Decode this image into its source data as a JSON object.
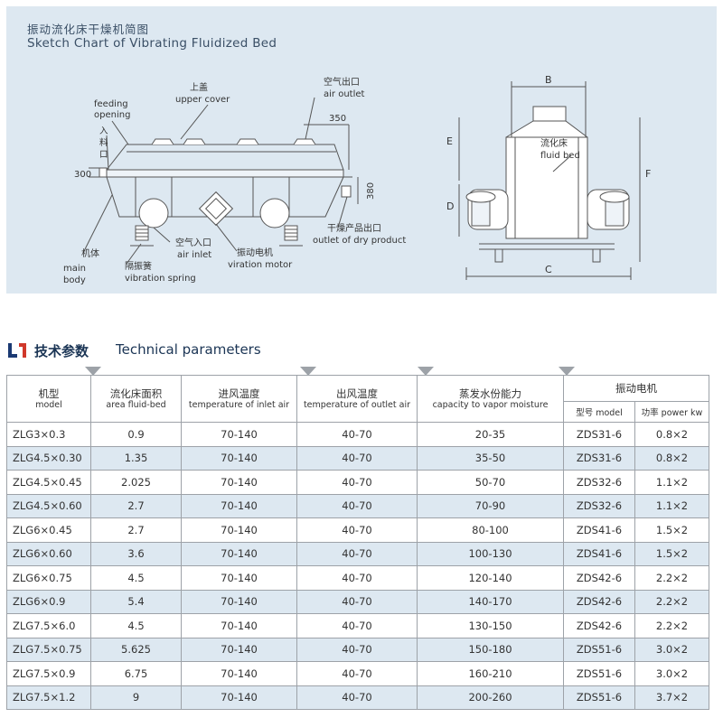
{
  "sketch": {
    "title_cn": "振动流化床干燥机简图",
    "title_en": "Sketch Chart of Vibrating Fluidized Bed",
    "labels": {
      "feeding_en": "feeding",
      "opening_en": "opening",
      "feed_cn": [
        "入",
        "料",
        "口"
      ],
      "upper_cover_cn": "上盖",
      "upper_cover_en": "upper cover",
      "air_outlet_cn": "空气出口",
      "air_outlet_en": "air outlet",
      "dim_350": "350",
      "dim_300": "300",
      "dim_380": "380",
      "dry_outlet_cn": "干燥产品出口",
      "dry_outlet_en": "outlet of dry product",
      "air_inlet_cn": "空气入口",
      "air_inlet_en": "air inlet",
      "motor_cn": "振动电机",
      "motor_en": "viration motor",
      "body_cn": "机体",
      "body_en_1": "main",
      "body_en_2": "body",
      "spring_cn": "隔振簧",
      "spring_en": "vibration spring",
      "dim_b": "B",
      "dim_e": "E",
      "dim_f": "F",
      "dim_d": "D",
      "dim_c": "C",
      "fluid_bed_cn": "流化床",
      "fluid_bed_en": "fluid bed"
    }
  },
  "section": {
    "title_cn": "技术参数",
    "title_en": "Technical parameters"
  },
  "table": {
    "headers": {
      "model_cn": "机型",
      "model_en": "model",
      "area_cn": "流化床面积",
      "area_en": "area fluid-bed",
      "inlet_cn": "进风温度",
      "inlet_en": "temperature of inlet air",
      "outlet_cn": "出风温度",
      "outlet_en": "temperature of outlet air",
      "capacity_cn": "蒸发水份能力",
      "capacity_en": "capacity to vapor moisture",
      "motor_cn": "振动电机",
      "motor_model": "型号 model",
      "motor_power": "功率 power kw"
    },
    "rows": [
      {
        "model": "ZLG3×0.3",
        "area": "0.9",
        "inlet": "70-140",
        "outlet": "40-70",
        "capacity": "20-35",
        "motor_model": "ZDS31-6",
        "power": "0.8×2"
      },
      {
        "model": "ZLG4.5×0.30",
        "area": "1.35",
        "inlet": "70-140",
        "outlet": "40-70",
        "capacity": "35-50",
        "motor_model": "ZDS31-6",
        "power": "0.8×2"
      },
      {
        "model": "ZLG4.5×0.45",
        "area": "2.025",
        "inlet": "70-140",
        "outlet": "40-70",
        "capacity": "50-70",
        "motor_model": "ZDS32-6",
        "power": "1.1×2"
      },
      {
        "model": "ZLG4.5×0.60",
        "area": "2.7",
        "inlet": "70-140",
        "outlet": "40-70",
        "capacity": "70-90",
        "motor_model": "ZDS32-6",
        "power": "1.1×2"
      },
      {
        "model": "ZLG6×0.45",
        "area": "2.7",
        "inlet": "70-140",
        "outlet": "40-70",
        "capacity": "80-100",
        "motor_model": "ZDS41-6",
        "power": "1.5×2"
      },
      {
        "model": "ZLG6×0.60",
        "area": "3.6",
        "inlet": "70-140",
        "outlet": "40-70",
        "capacity": "100-130",
        "motor_model": "ZDS41-6",
        "power": "1.5×2"
      },
      {
        "model": "ZLG6×0.75",
        "area": "4.5",
        "inlet": "70-140",
        "outlet": "40-70",
        "capacity": "120-140",
        "motor_model": "ZDS42-6",
        "power": "2.2×2"
      },
      {
        "model": "ZLG6×0.9",
        "area": "5.4",
        "inlet": "70-140",
        "outlet": "40-70",
        "capacity": "140-170",
        "motor_model": "ZDS42-6",
        "power": "2.2×2"
      },
      {
        "model": "ZLG7.5×6.0",
        "area": "4.5",
        "inlet": "70-140",
        "outlet": "40-70",
        "capacity": "130-150",
        "motor_model": "ZDS42-6",
        "power": "2.2×2"
      },
      {
        "model": "ZLG7.5×0.75",
        "area": "5.625",
        "inlet": "70-140",
        "outlet": "40-70",
        "capacity": "150-180",
        "motor_model": "ZDS51-6",
        "power": "3.0×2"
      },
      {
        "model": "ZLG7.5×0.9",
        "area": "6.75",
        "inlet": "70-140",
        "outlet": "40-70",
        "capacity": "160-210",
        "motor_model": "ZDS51-6",
        "power": "3.0×2"
      },
      {
        "model": "ZLG7.5×1.2",
        "area": "9",
        "inlet": "70-140",
        "outlet": "40-70",
        "capacity": "200-260",
        "motor_model": "ZDS51-6",
        "power": "3.7×2"
      }
    ]
  }
}
